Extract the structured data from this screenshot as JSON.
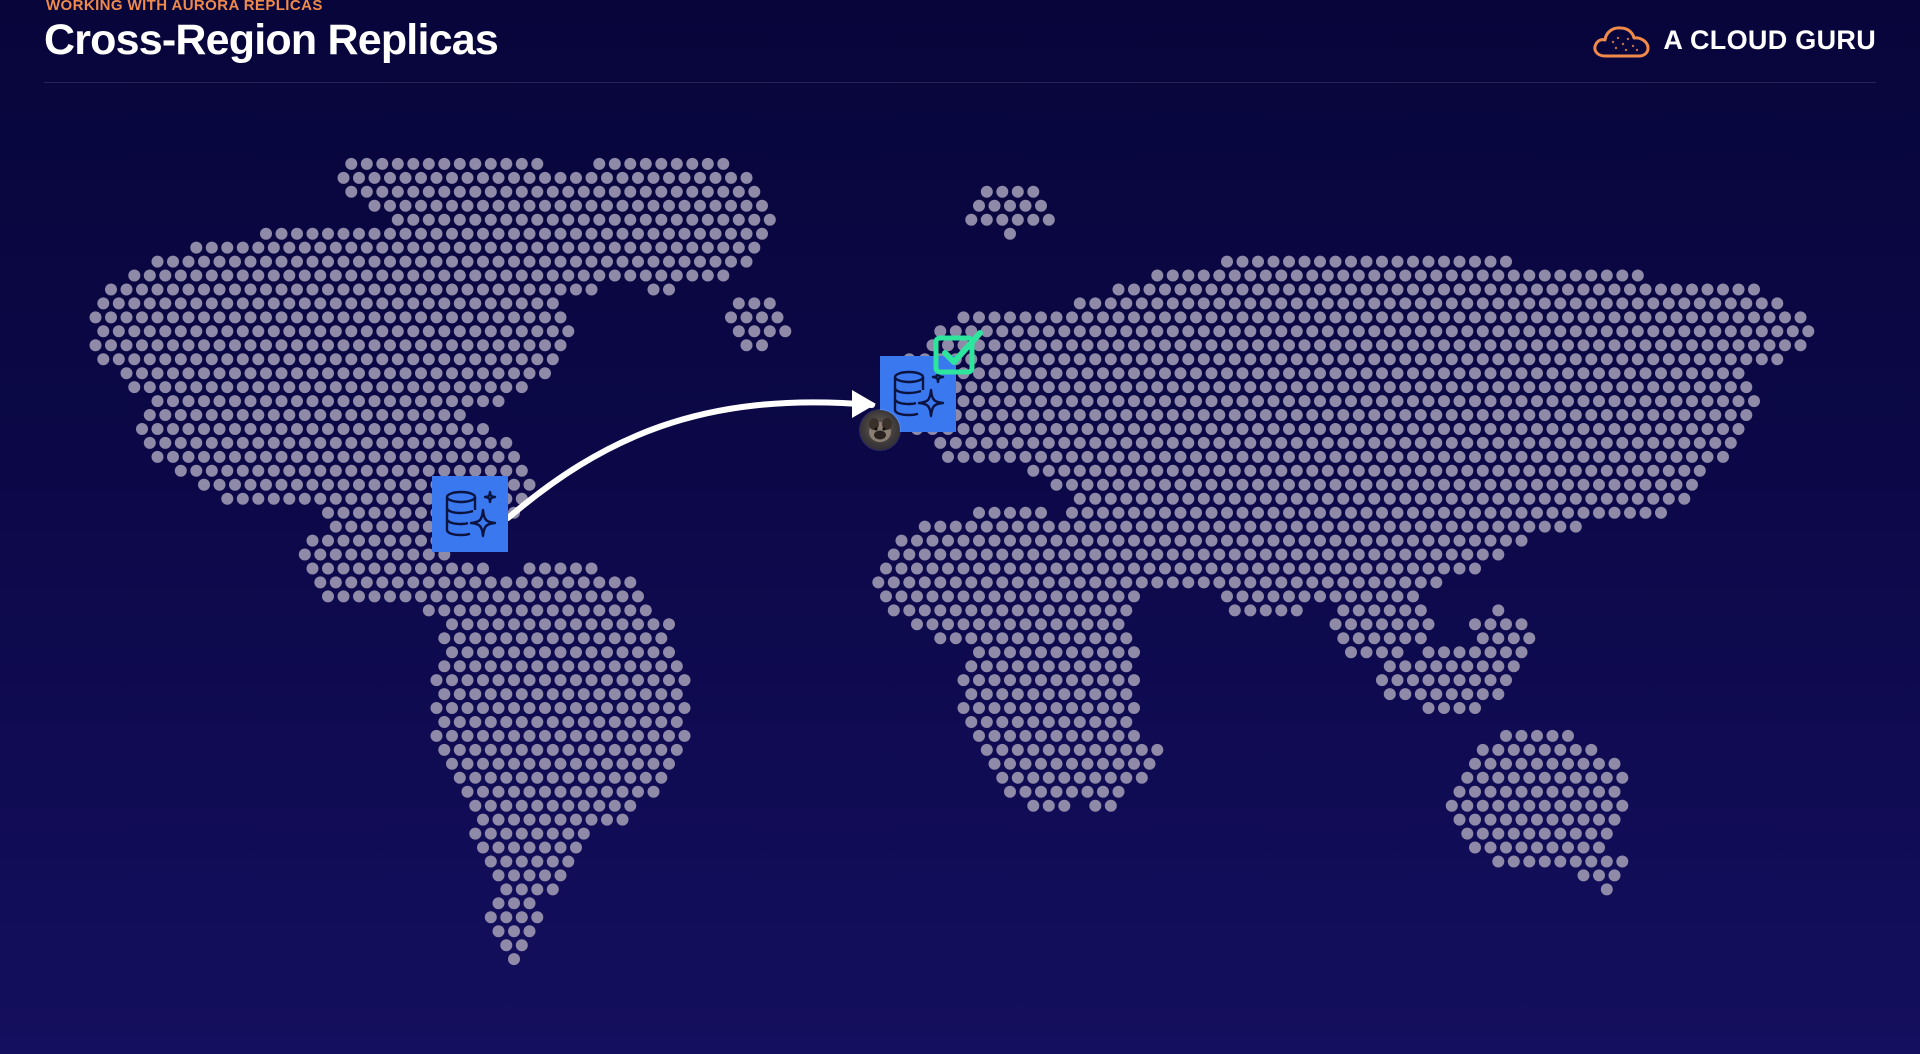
{
  "slide": {
    "kicker": "WORKING WITH AURORA REPLICAS",
    "title": "Cross-Region Replicas"
  },
  "brand": {
    "name": "A CLOUD GURU",
    "logo_icon": "cloud-logo-icon"
  },
  "diagram": {
    "source_node_icon": "aurora-database-icon",
    "replica_node_icon": "aurora-database-icon",
    "replica_status_icon": "checkbox-checked-icon",
    "connector_icon": "arrow-right-icon",
    "presenter_icon": "presenter-avatar"
  },
  "colors": {
    "kicker": "#f08a4b",
    "node_fill": "#3a78ef",
    "node_icon_stroke": "#0b1340",
    "check": "#2ee59d",
    "map_dot": "#8e8aa8",
    "arrow": "#ffffff",
    "brand_orange": "#f08a4b"
  }
}
